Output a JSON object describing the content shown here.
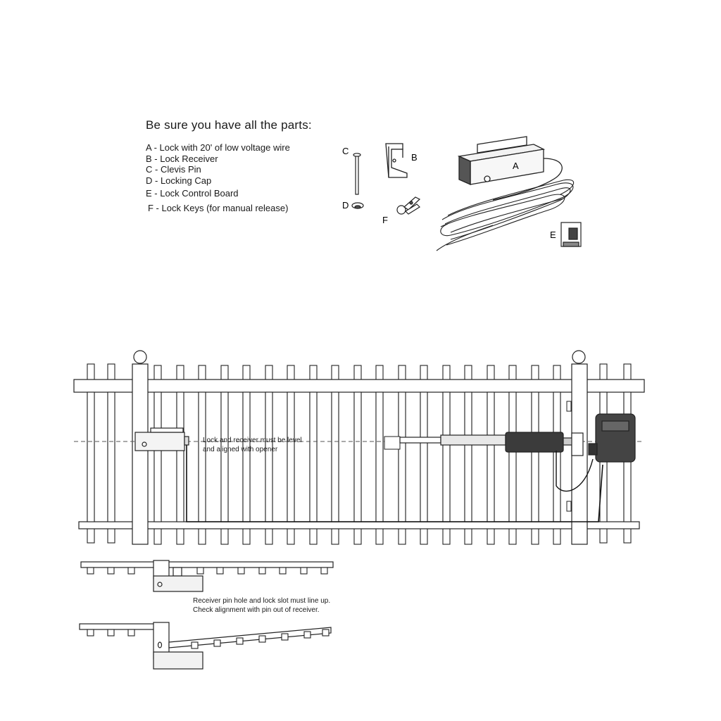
{
  "parts": {
    "heading": "Be sure you have all the parts:",
    "items": [
      "A - Lock with 20' of low voltage wire",
      "B - Lock Receiver",
      "C - Clevis Pin",
      "D - Locking Cap",
      "E - Lock Control Board",
      "F - Lock Keys (for manual release)"
    ],
    "letters": {
      "a": "A",
      "b": "B",
      "c": "C",
      "d": "D",
      "e": "E",
      "f": "F"
    }
  },
  "gate_note": [
    "Lock and receiver must be level",
    "and aligned with opener"
  ],
  "alignment_note": [
    "Receiver pin hole and lock slot must line up.",
    "Check alignment with pin out of receiver."
  ]
}
